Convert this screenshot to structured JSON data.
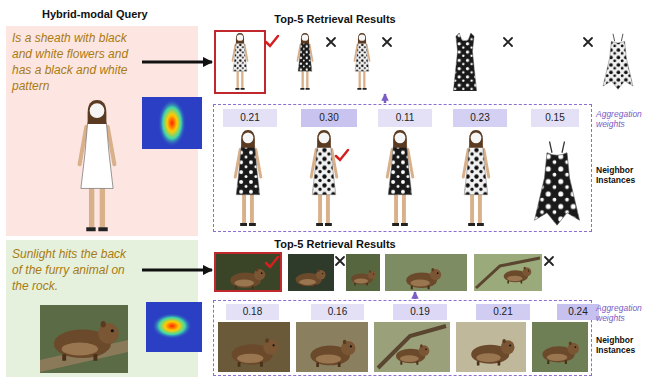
{
  "diagram": {
    "nodes": [
      {
        "text": [
          "Is a sheath with black and white flowers and has a black and white pattern"
        ]
      },
      {
        "text": [
          "Top-5 Retrieval Results"
        ]
      },
      {
        "text": [
          "Aggregation weights",
          "Neighbor Instances"
        ]
      },
      {
        "text": [
          "0.21"
        ],
        "in": 2
      },
      {
        "text": [
          "0.30"
        ],
        "in": 2
      },
      {
        "text": [
          "0.11"
        ],
        "in": 2
      },
      {
        "text": [
          "0.23"
        ],
        "in": 2
      },
      {
        "text": [
          "0.15"
        ],
        "in": 2
      },
      {
        "text": [
          "Sunlight hits the back of the furry animal on the rock."
        ]
      },
      {
        "text": [
          "Top-5 Retrieval Results"
        ]
      },
      {
        "text": [
          "Aggregation weights",
          "Neighbor Instances"
        ]
      },
      {
        "text": [
          "0.18"
        ],
        "in": 10
      },
      {
        "text": [
          "0.16"
        ],
        "in": 10
      },
      {
        "text": [
          "0.19"
        ],
        "in": 10
      },
      {
        "text": [
          "0.21"
        ],
        "in": 10
      },
      {
        "text": [
          "0.24"
        ],
        "in": 10
      }
    ],
    "edges": [
      {
        "from": 0,
        "to": 1,
        "arrow": "to"
      },
      {
        "from": 2,
        "to": 1,
        "arrow": "to"
      },
      {
        "from": 8,
        "to": 9,
        "arrow": "to"
      },
      {
        "from": 10,
        "to": 9,
        "arrow": "to"
      }
    ],
    "labels": [
      "Hybrid-modal Query"
    ]
  }
}
